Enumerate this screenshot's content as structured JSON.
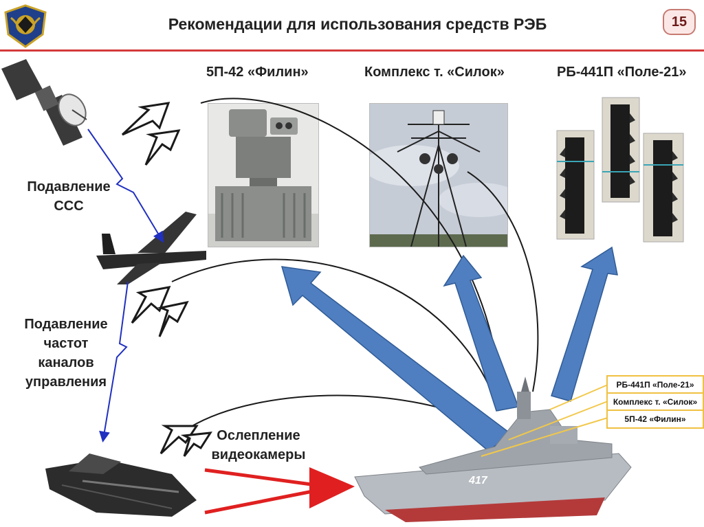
{
  "header": {
    "title": "Рекомендации для использования средств РЭБ",
    "page_number": "15"
  },
  "systems": {
    "filin": "5П-42 «Филин»",
    "silok": "Комплекс т. «Силок»",
    "pole": "РБ-441П «Поле-21»"
  },
  "labels": {
    "satcom_line1": "Подавление",
    "satcom_line2": "ССС",
    "control_line1": "Подавление",
    "control_line2": "частот",
    "control_line3": "каналов",
    "control_line4": "управления",
    "blind_line1": "Ослепление",
    "blind_line2": "видеокамеры"
  },
  "ship_legend": {
    "pole": "РБ-441П «Поле-21»",
    "silok": "Комплекс т. «Силок»",
    "filin": "5П-42 «Филин»"
  },
  "ship": {
    "hull_number": "417"
  },
  "colors": {
    "accent_red": "#d43a3a",
    "arrow_blue": "#4f7fc0",
    "legend_border": "#f0c040"
  }
}
